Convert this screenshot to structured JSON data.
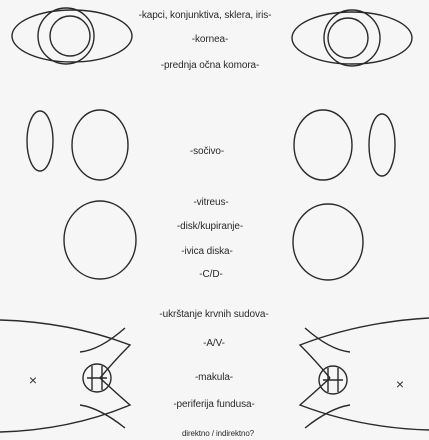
{
  "diagram": {
    "labels": {
      "row1_line1": "-kapci, konjunktiva, sklera, iris-",
      "row1_line2": "-kornea-",
      "row1_line3": "-prednja očna komora-",
      "row2_line1": "-sočivo-",
      "row3_line1": "-vitreus-",
      "row3_line2": "-disk/kupiranje-",
      "row3_line3": "-ivica diska-",
      "row3_line4": "-C/D-",
      "row4_line1": "-ukrštanje krvnih sudova-",
      "row4_line2": "-A/V-",
      "row4_line3": "-makula-",
      "row4_line4": "-periferija fundusa-",
      "row4_line5": "direktno / indirektno?"
    },
    "markers": {
      "left_cross": "×",
      "right_cross": "×"
    },
    "colors": {
      "ink": "#2a2a2a",
      "paper": "#f6f6f6"
    }
  }
}
